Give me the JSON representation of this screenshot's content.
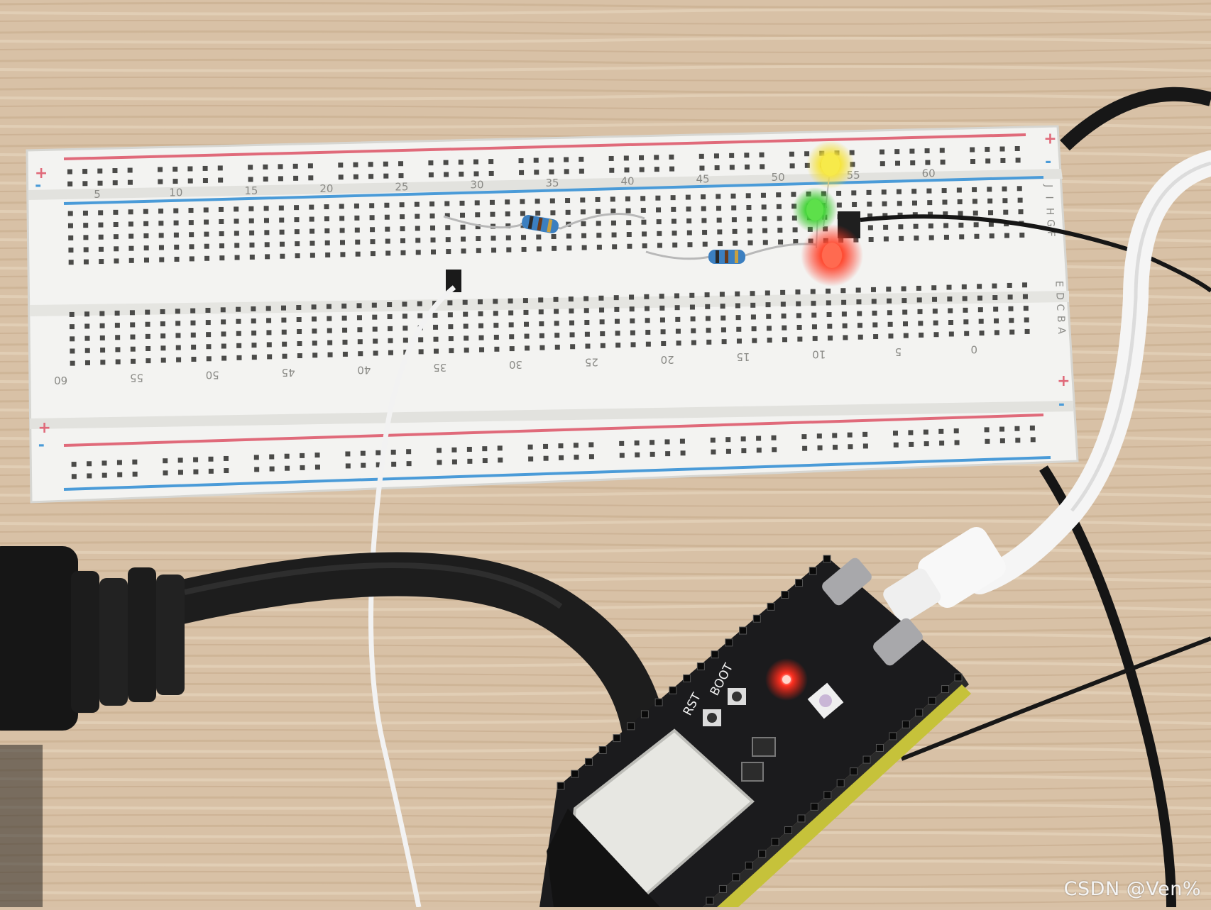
{
  "photo": {
    "watermark": "CSDN @Ven%",
    "breadboard": {
      "top_row_numbers": [
        "5",
        "10",
        "15",
        "20",
        "25",
        "30",
        "35",
        "40",
        "45",
        "50",
        "55",
        "60"
      ],
      "bottom_row_numbers": [
        "60",
        "55",
        "50",
        "45",
        "40",
        "35",
        "30",
        "25",
        "20",
        "15",
        "10",
        "5",
        "0"
      ],
      "right_letters_top": [
        "J",
        "I",
        "H",
        "G",
        "F"
      ],
      "right_letters_bottom": [
        "E",
        "D",
        "C",
        "B",
        "A"
      ],
      "rail_plus": "+",
      "rail_minus": "-"
    },
    "board": {
      "rst_label": "RST",
      "boot_label": "BOOT"
    },
    "leds": [
      {
        "color": "yellow",
        "lit": true
      },
      {
        "color": "green",
        "lit": true
      },
      {
        "color": "red",
        "lit": true
      }
    ],
    "colors": {
      "table": "#d9c2a8",
      "breadboard": "#f3f3f1",
      "rail_red": "#e06a7a",
      "rail_blue": "#4a9bd8",
      "pcb": "#1b1b1d",
      "led_red": "#ff3a2a",
      "led_green": "#3fd23a",
      "led_yellow": "#f4e33a"
    }
  }
}
